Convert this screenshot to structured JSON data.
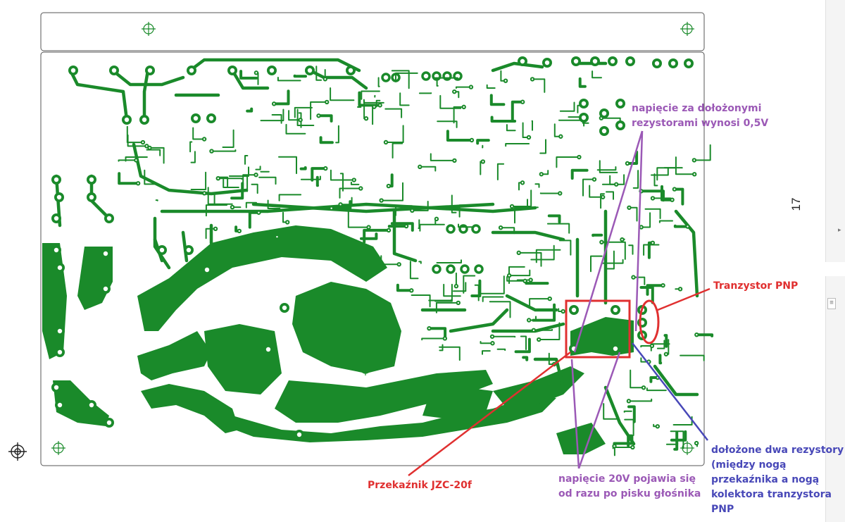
{
  "document": {
    "page_number": "17"
  },
  "annotations": {
    "resistor_voltage": "napięcie za dołożonymi\nrezystorami wynosi 0,5V",
    "pnp_transistor": "Tranzystor PNP",
    "relay": "Przekaźnik JZC-20f",
    "voltage_20v": "napięcie 20V pojawia się\nod razu po pisku głośnika",
    "added_resistors": "dołożone dwa rezystory\n(między nogą\nprzekaźnika a nogą\nkolektora tranzystora\nPNP"
  },
  "colors": {
    "trace": "#1a8a2a",
    "board_outline": "#555555",
    "annotation_purple": "#9b59b6",
    "annotation_red": "#e03030",
    "annotation_blue": "#4848b8"
  },
  "icons": [
    "mounting-hole-icon",
    "registration-target-icon"
  ]
}
